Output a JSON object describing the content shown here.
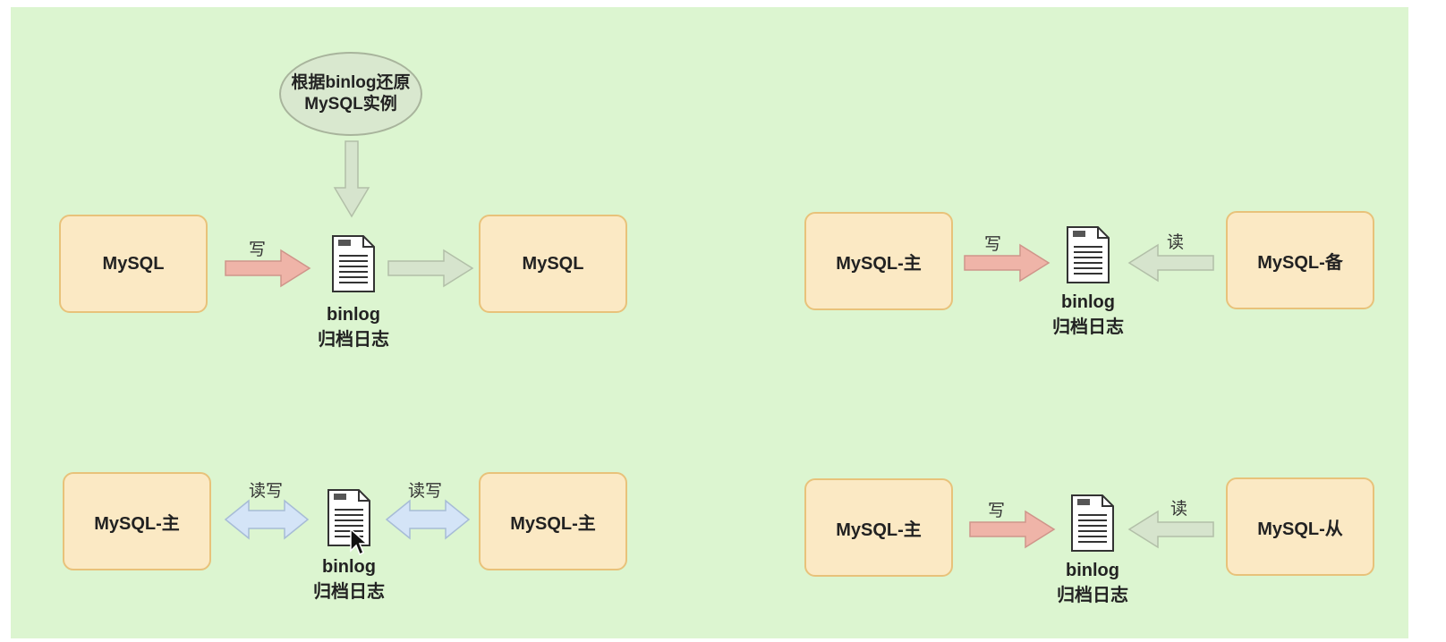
{
  "top_left": {
    "ellipse": {
      "line1": "根据binlog还原",
      "line2": "MySQL实例"
    },
    "source": "MySQL",
    "target": "MySQL",
    "write_label": "写",
    "log": {
      "line1": "binlog",
      "line2": "归档日志"
    }
  },
  "top_right": {
    "primary": "MySQL-主",
    "standby": "MySQL-备",
    "write_label": "写",
    "read_label": "读",
    "log": {
      "line1": "binlog",
      "line2": "归档日志"
    }
  },
  "bottom_left": {
    "left": "MySQL-主",
    "right": "MySQL-主",
    "left_label": "读写",
    "right_label": "读写",
    "log": {
      "line1": "binlog",
      "line2": "归档日志"
    }
  },
  "bottom_right": {
    "primary": "MySQL-主",
    "replica": "MySQL-从",
    "write_label": "写",
    "read_label": "读",
    "log": {
      "line1": "binlog",
      "line2": "归档日志"
    }
  },
  "colors": {
    "background": "#dcf5d0",
    "box_fill": "#fbe9c4",
    "write_arrow": "#efb4a8",
    "read_arrow": "#d6e4cd",
    "readwrite_arrow": "#d4e4f7"
  },
  "icons": [
    "log-file-icon",
    "mouse-cursor-icon"
  ]
}
